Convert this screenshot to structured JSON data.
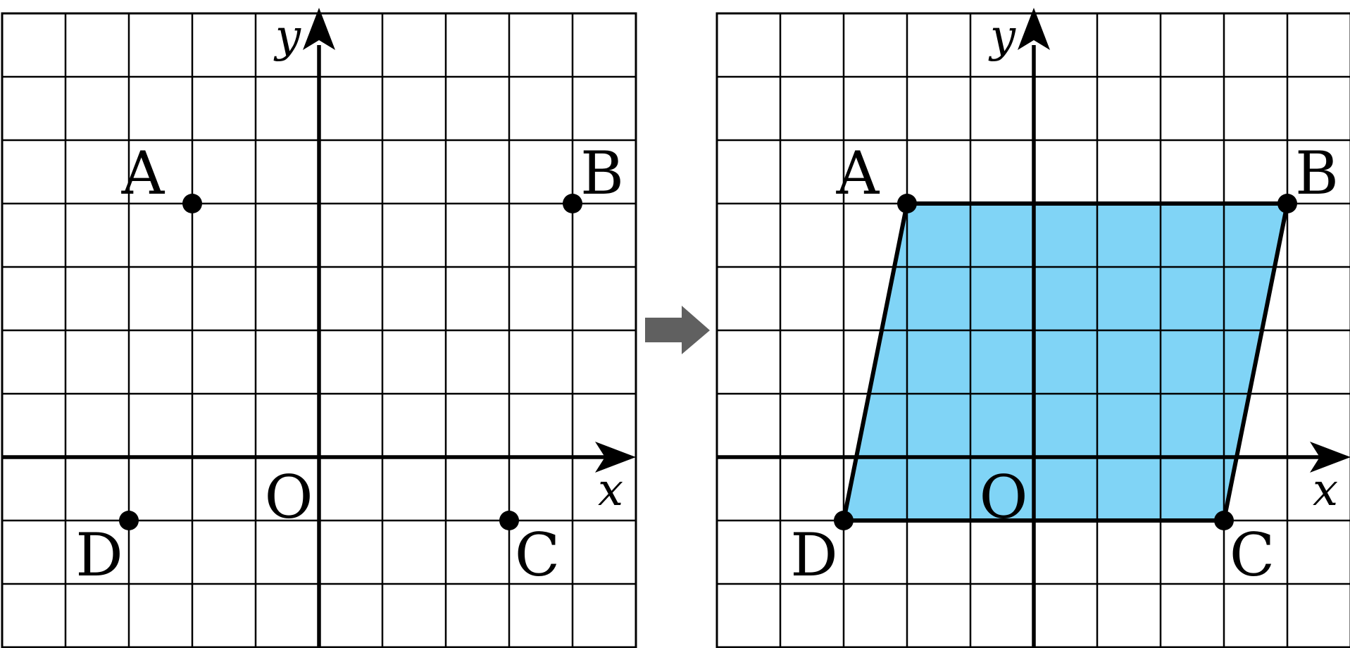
{
  "axes": {
    "x_label": "x",
    "y_label": "y",
    "origin_label": "O"
  },
  "grid": {
    "x_range": [
      -5,
      5
    ],
    "y_range": [
      -3,
      7
    ]
  },
  "points": [
    {
      "label": "A",
      "x": -2,
      "y": 4
    },
    {
      "label": "B",
      "x": 4,
      "y": 4
    },
    {
      "label": "C",
      "x": 3,
      "y": -1
    },
    {
      "label": "D",
      "x": -3,
      "y": -1
    }
  ],
  "panels": [
    {
      "id": "left",
      "show_polygon": false
    },
    {
      "id": "right",
      "show_polygon": true
    }
  ],
  "colors": {
    "polygon_fill": "#80d4f6",
    "arrow": "#606060",
    "grid": "#000000",
    "background": "#ffffff"
  }
}
